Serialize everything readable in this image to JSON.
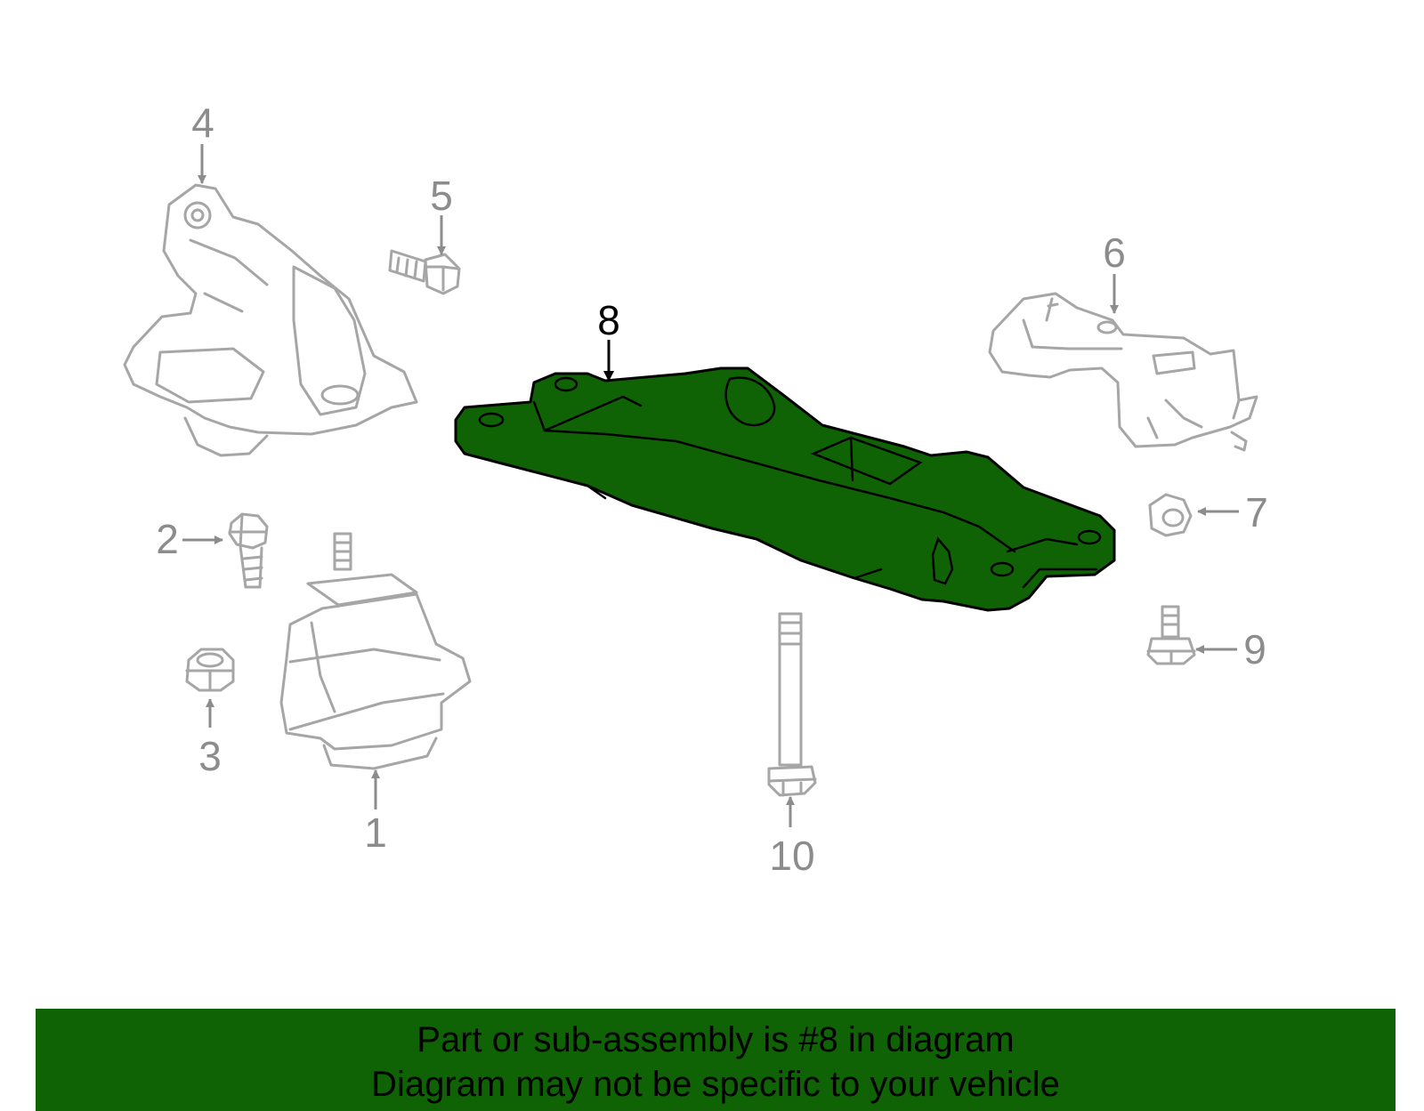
{
  "callouts": {
    "c1": "1",
    "c2": "2",
    "c3": "3",
    "c4": "4",
    "c5": "5",
    "c6": "6",
    "c7": "7",
    "c8": "8",
    "c9": "9",
    "c10": "10"
  },
  "banner": {
    "line1": "Part or sub-assembly is #8 in diagram",
    "line2": "Diagram may not be specific to your vehicle"
  },
  "colors": {
    "highlight_part": "#0f6305",
    "banner_bg": "#0f6305",
    "part_outline": "#a6a6a6",
    "callout_gray": "#8c8c8c",
    "callout_active": "#000000"
  }
}
